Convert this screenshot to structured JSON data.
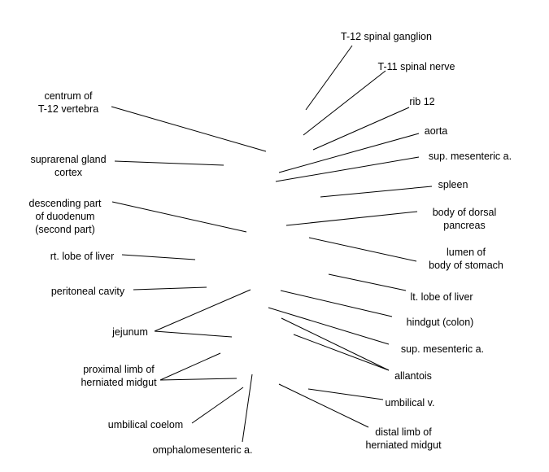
{
  "labels": [
    {
      "id": "t12-spinal-ganglion",
      "lines": [
        "T-12 spinal ganglion"
      ]
    },
    {
      "id": "t11-spinal-nerve",
      "lines": [
        "T-11 spinal nerve"
      ]
    },
    {
      "id": "centrum-t12",
      "lines": [
        "centrum of",
        "T-12 vertebra"
      ]
    },
    {
      "id": "rib-12",
      "lines": [
        "rib 12"
      ]
    },
    {
      "id": "aorta",
      "lines": [
        "aorta"
      ]
    },
    {
      "id": "suprarenal-gland-cortex",
      "lines": [
        "suprarenal gland",
        "cortex"
      ]
    },
    {
      "id": "sup-mesenteric-a-upper",
      "lines": [
        "sup. mesenteric a."
      ]
    },
    {
      "id": "spleen",
      "lines": [
        "spleen"
      ]
    },
    {
      "id": "descending-duodenum",
      "lines": [
        "descending part",
        "of duodenum",
        "(second part)"
      ]
    },
    {
      "id": "body-dorsal-pancreas",
      "lines": [
        "body of dorsal",
        "pancreas"
      ]
    },
    {
      "id": "rt-lobe-liver",
      "lines": [
        "rt. lobe of liver"
      ]
    },
    {
      "id": "lumen-body-stomach",
      "lines": [
        "lumen of",
        "body of stomach"
      ]
    },
    {
      "id": "peritoneal-cavity",
      "lines": [
        "peritoneal cavity"
      ]
    },
    {
      "id": "lt-lobe-liver",
      "lines": [
        "lt. lobe of liver"
      ]
    },
    {
      "id": "hindgut-colon",
      "lines": [
        "hindgut (colon)"
      ]
    },
    {
      "id": "jejunum",
      "lines": [
        "jejunum"
      ]
    },
    {
      "id": "sup-mesenteric-a-lower",
      "lines": [
        "sup. mesenteric a."
      ]
    },
    {
      "id": "proximal-limb-midgut",
      "lines": [
        "proximal limb of",
        "herniated midgut"
      ]
    },
    {
      "id": "allantois",
      "lines": [
        "allantois"
      ]
    },
    {
      "id": "umbilical-v",
      "lines": [
        "umbilical v."
      ]
    },
    {
      "id": "umbilical-coelom",
      "lines": [
        "umbilical coelom"
      ]
    },
    {
      "id": "distal-limb-midgut",
      "lines": [
        "distal limb of",
        "herniated midgut"
      ]
    },
    {
      "id": "omphalomesenteric-a",
      "lines": [
        "omphalomesenteric a."
      ]
    }
  ]
}
